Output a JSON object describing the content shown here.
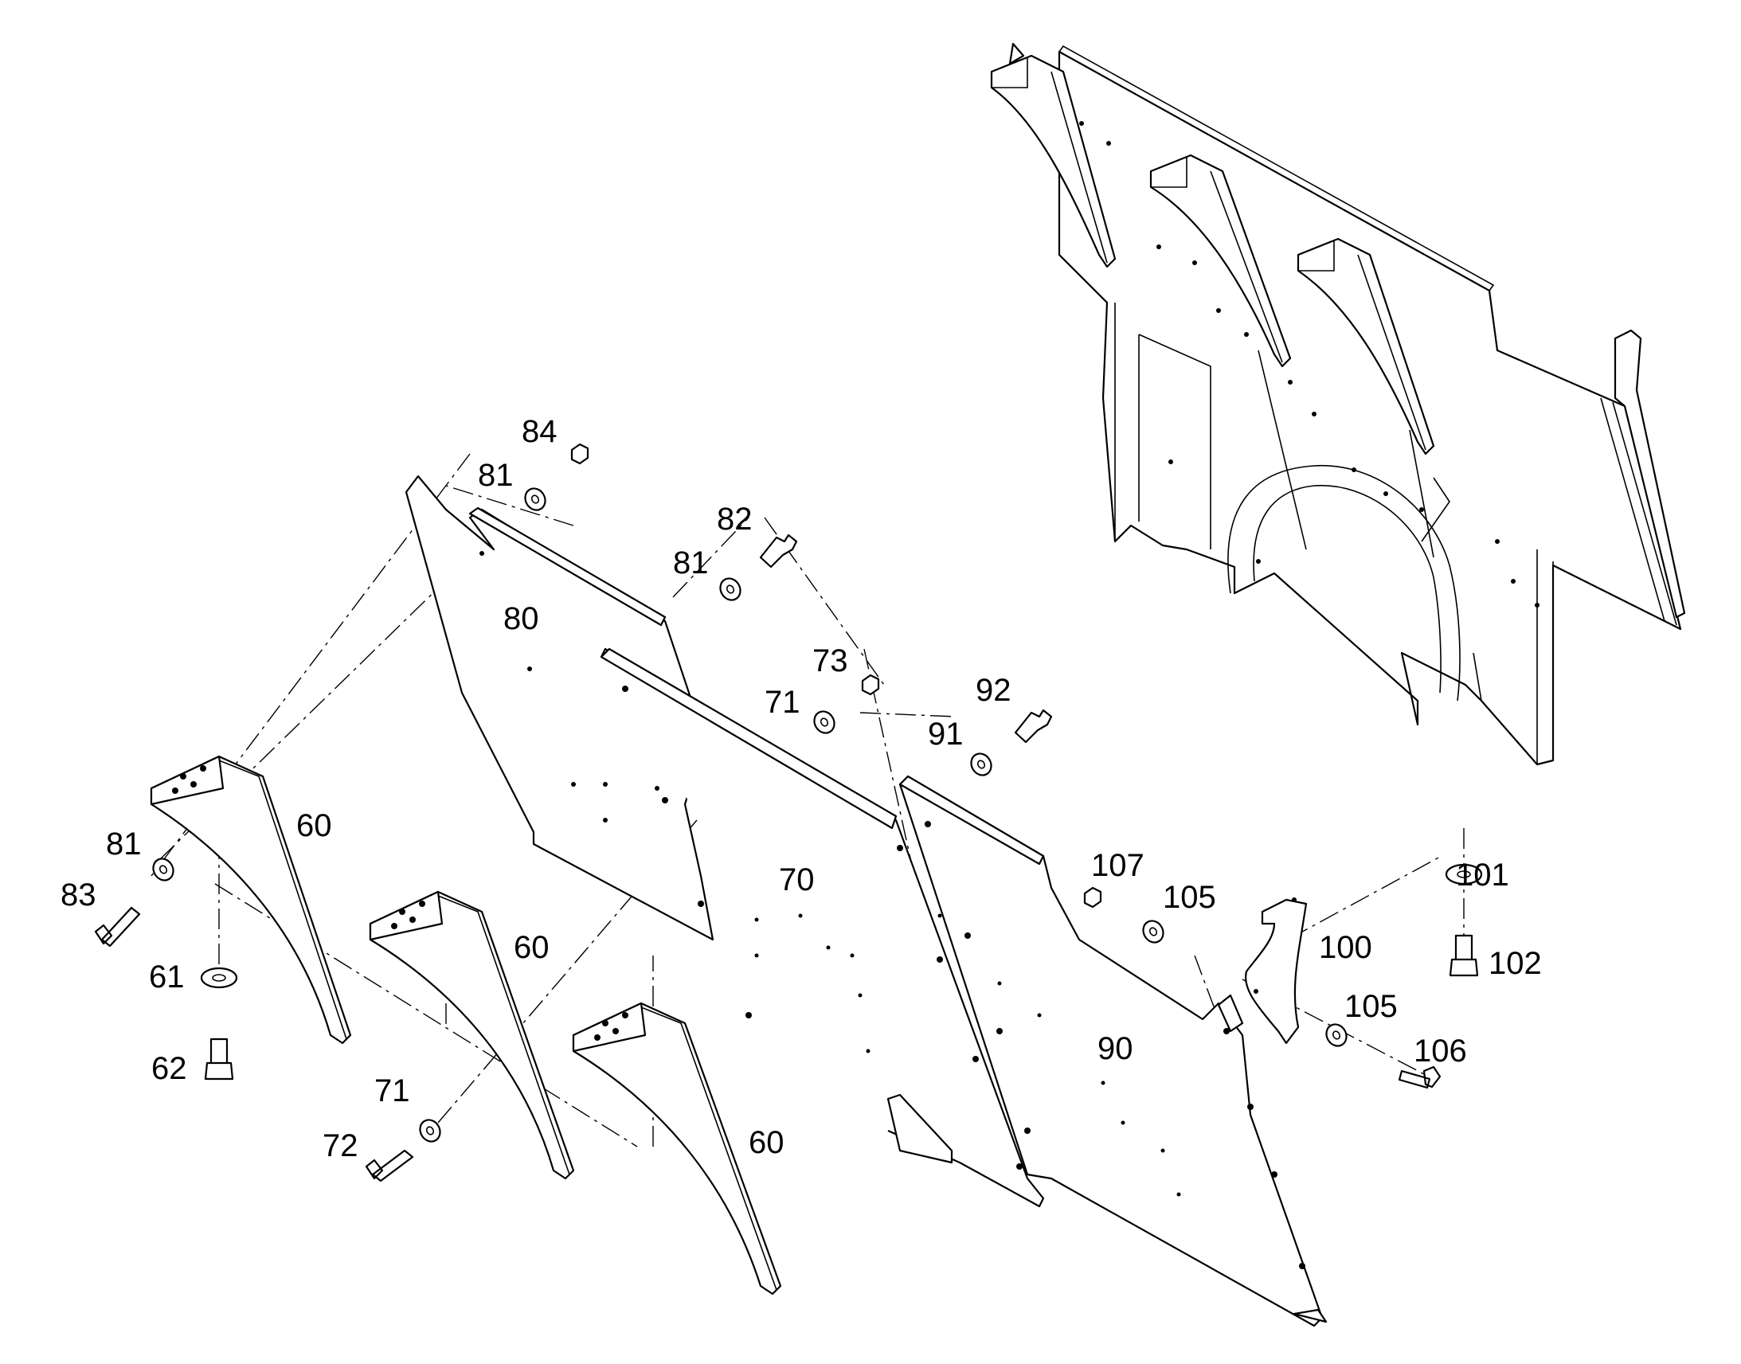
{
  "diagram": {
    "type": "exploded-parts-view",
    "line_color": "#000000",
    "background": "#ffffff"
  },
  "callouts": {
    "c60a": "60",
    "c60b": "60",
    "c60c": "60",
    "c61": "61",
    "c62": "62",
    "c70": "70",
    "c71a": "71",
    "c71b": "71",
    "c72": "72",
    "c73": "73",
    "c80": "80",
    "c81a": "81",
    "c81b": "81",
    "c81c": "81",
    "c82": "82",
    "c83": "83",
    "c84": "84",
    "c90": "90",
    "c91": "91",
    "c92": "92",
    "c100": "100",
    "c101": "101",
    "c102": "102",
    "c105a": "105",
    "c105b": "105",
    "c106": "106",
    "c107": "107"
  }
}
